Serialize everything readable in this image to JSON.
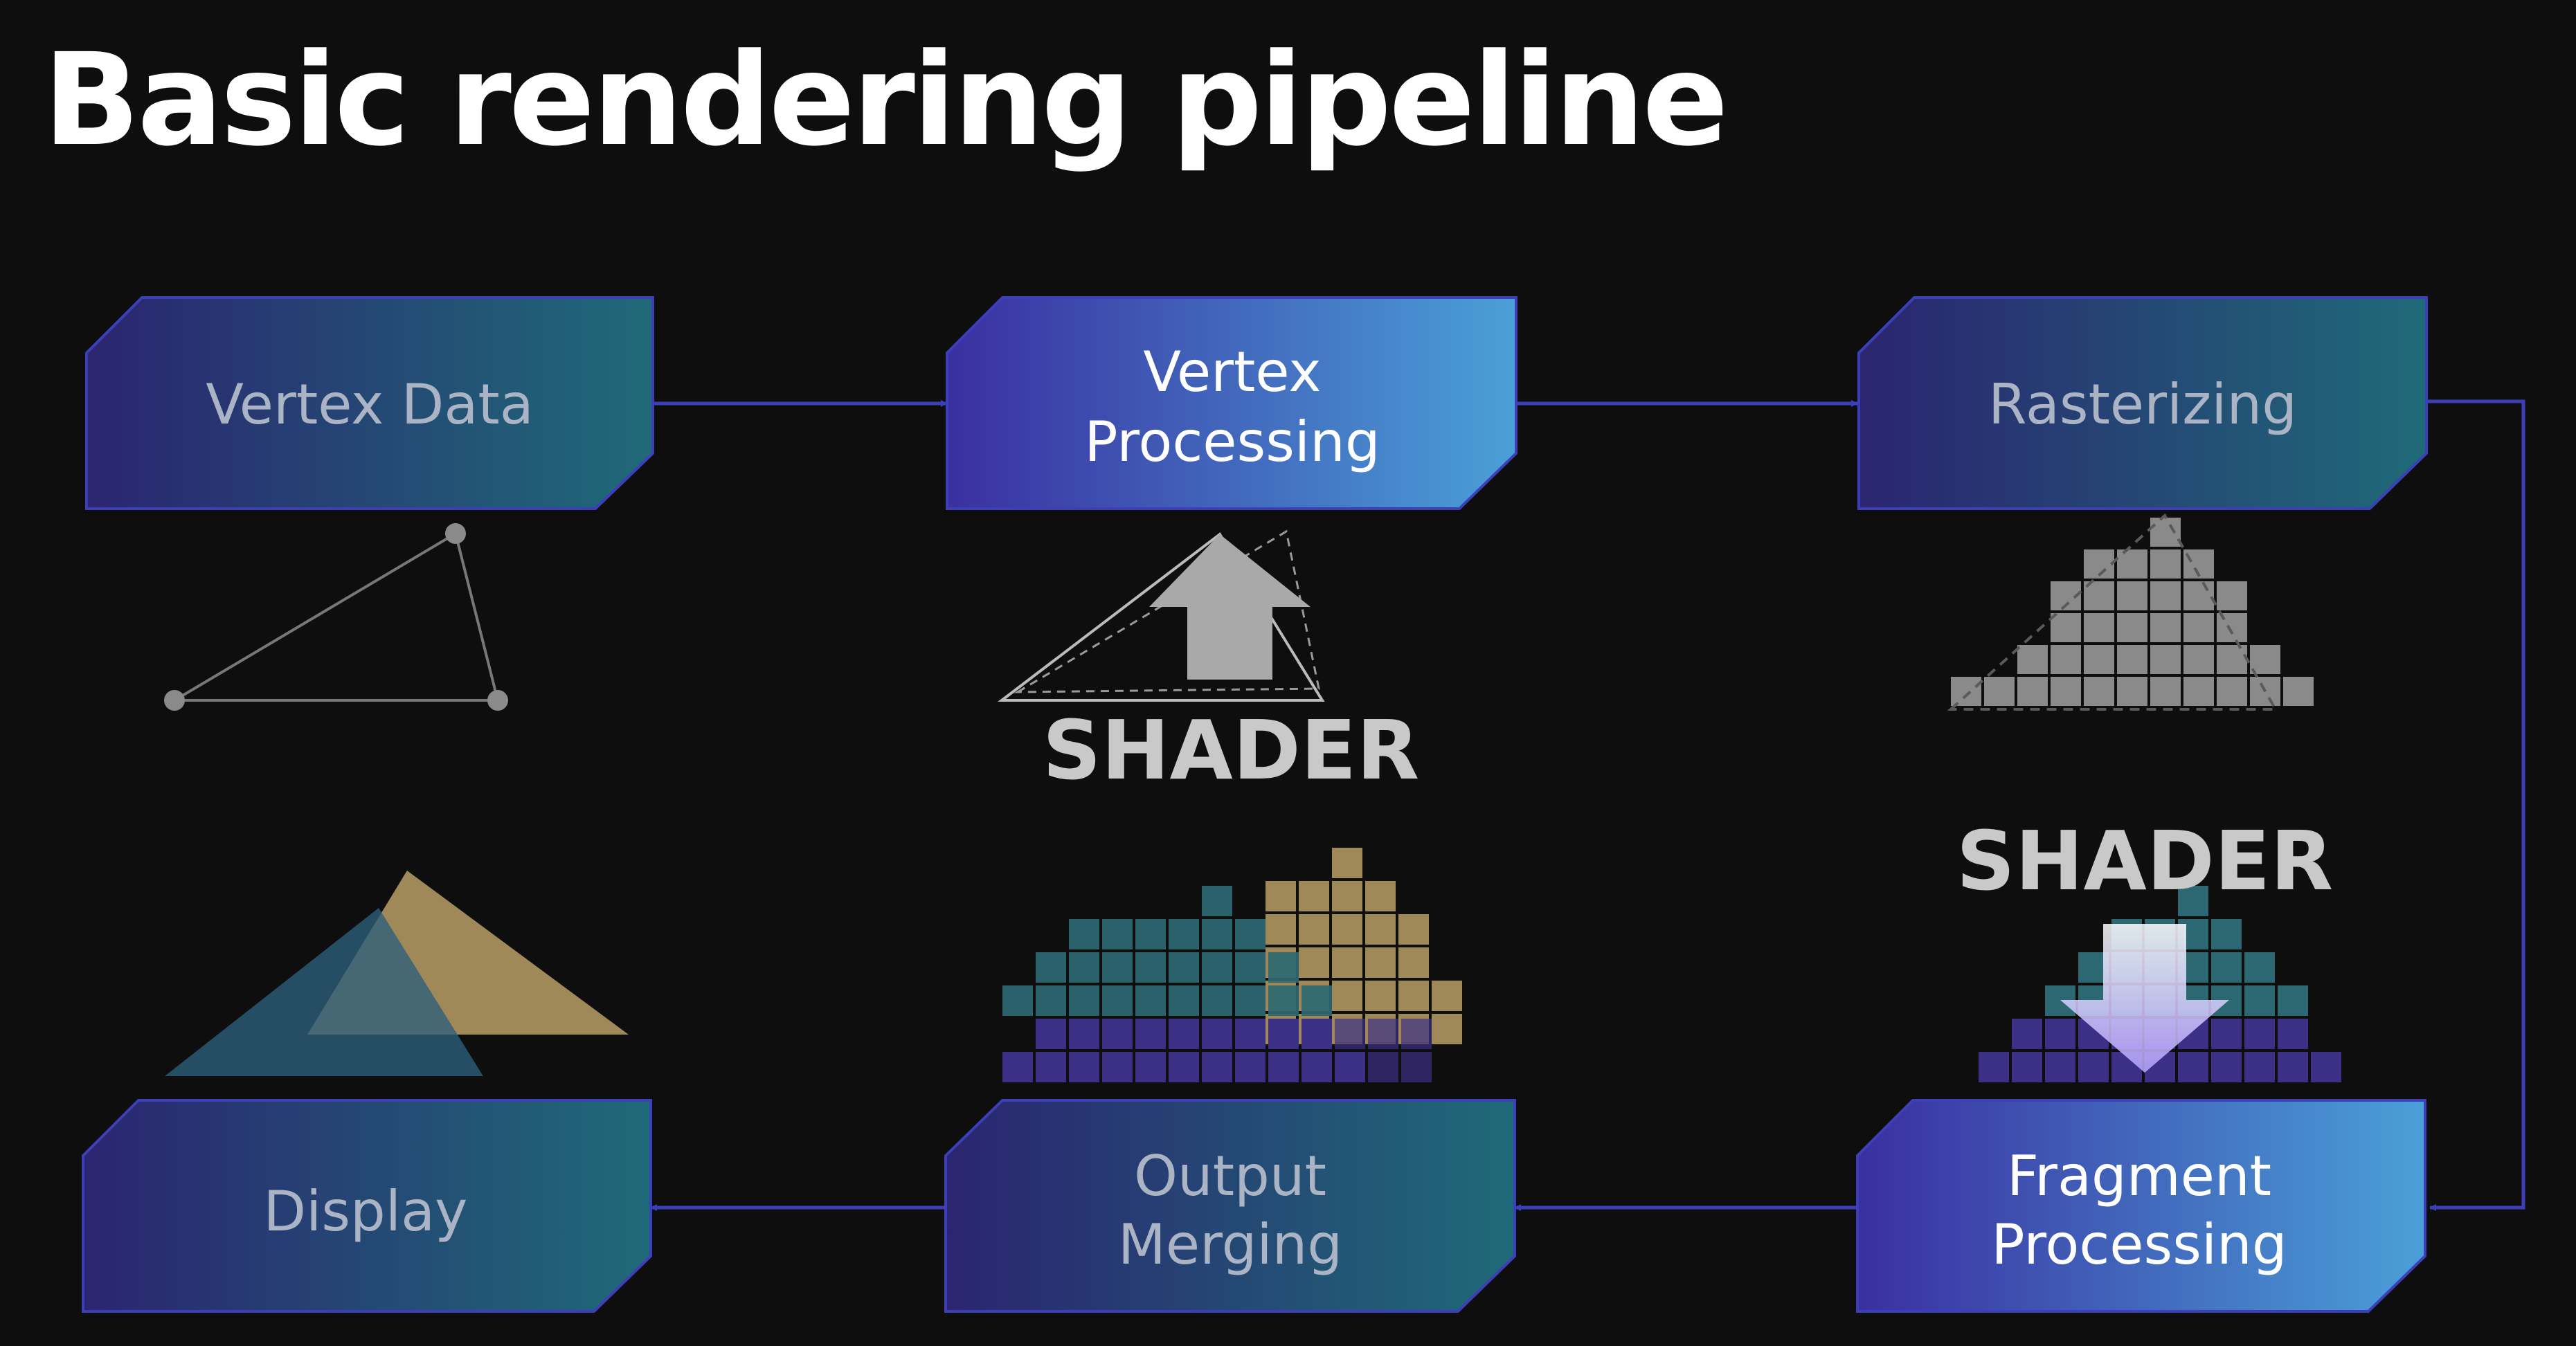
{
  "title": "Basic rendering pipeline",
  "stages": {
    "vertex_data": {
      "lines": [
        "Vertex Data"
      ]
    },
    "vertex_processing": {
      "lines": [
        "Vertex",
        "Processing"
      ]
    },
    "rasterizing": {
      "lines": [
        "Rasterizing"
      ]
    },
    "fragment_processing": {
      "lines": [
        "Fragment",
        "Processing"
      ]
    },
    "output_merging": {
      "lines": [
        "Output",
        "Merging"
      ]
    },
    "display": {
      "lines": [
        "Display"
      ]
    }
  },
  "shader_labels": {
    "vertex": "SHADER",
    "fragment": "SHADER"
  },
  "colors": {
    "background": "#0e0e0f",
    "box_dark_start": "#2a2570",
    "box_dark_end": "#1f6a78",
    "box_bright_start": "#3a2fa0",
    "box_bright_end": "#4aa0d8",
    "arrow": "#3d3fb8",
    "pixel_gray": "#8a8a8a",
    "pixel_purple": "#3c2f86",
    "pixel_teal": "#2c6872",
    "pixel_tan": "#a8905e"
  }
}
